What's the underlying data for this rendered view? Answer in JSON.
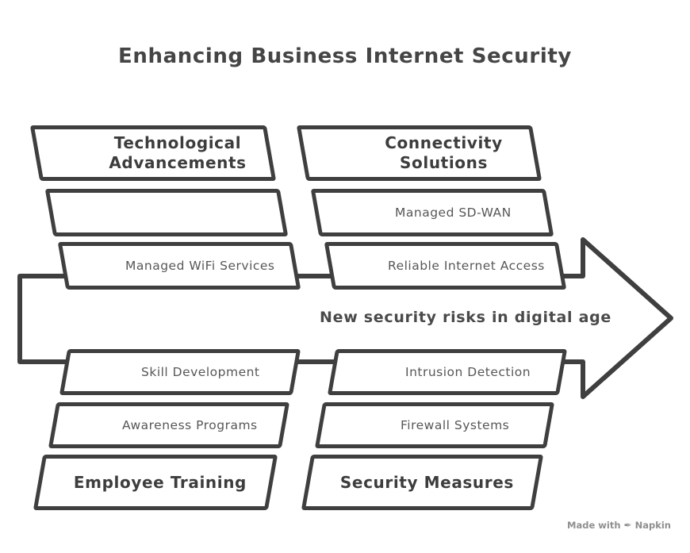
{
  "title": "Enhancing Business Internet Security",
  "arrow_label": "New security risks in digital age",
  "groups": {
    "technological_advancements": {
      "header": "Technological Advancements",
      "items": [
        "",
        "Managed WiFi Services"
      ]
    },
    "connectivity_solutions": {
      "header": "Connectivity Solutions",
      "items": [
        "Managed SD-WAN",
        "Reliable Internet Access"
      ]
    },
    "employee_training": {
      "header": "Employee Training",
      "items": [
        "Skill Development",
        "Awareness Programs"
      ]
    },
    "security_measures": {
      "header": "Security Measures",
      "items": [
        "Intrusion Detection",
        "Firewall Systems"
      ]
    }
  },
  "watermark": {
    "prefix": "Made with",
    "icon": "napkin-pen-icon",
    "brand": "Napkin"
  },
  "colors": {
    "stroke": "#3f3f3f",
    "header_text": "#3d3d3d",
    "item_text": "#575757",
    "title_text": "#454545",
    "arrow_label_text": "#4a4a4a",
    "watermark_text": "#8f8f8f",
    "background": "#ffffff"
  }
}
